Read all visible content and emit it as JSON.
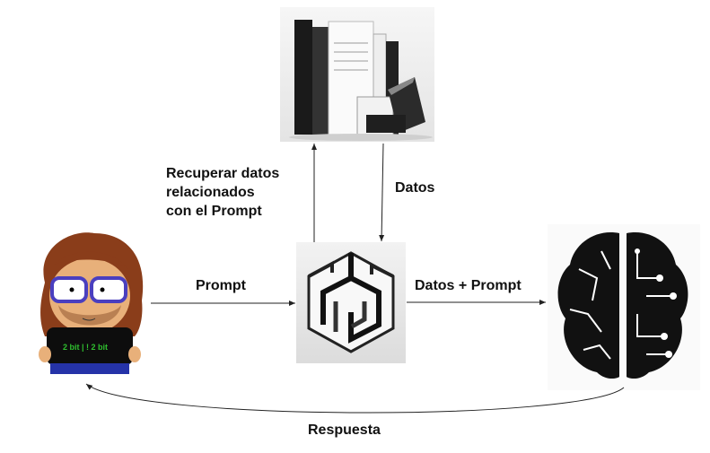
{
  "labels": {
    "retrieve": [
      "Recuperar datos",
      "relacionados",
      "con el Prompt"
    ],
    "data": "Datos",
    "prompt": "Prompt",
    "data_prompt": "Datos + Prompt",
    "response": "Respuesta"
  },
  "user": {
    "shirt_text": "2 bit | ! 2 bit"
  },
  "colors": {
    "shirt_text": "#2fbf2f",
    "hair": "#8a3d1a",
    "glasses": "#4a3fbf"
  }
}
